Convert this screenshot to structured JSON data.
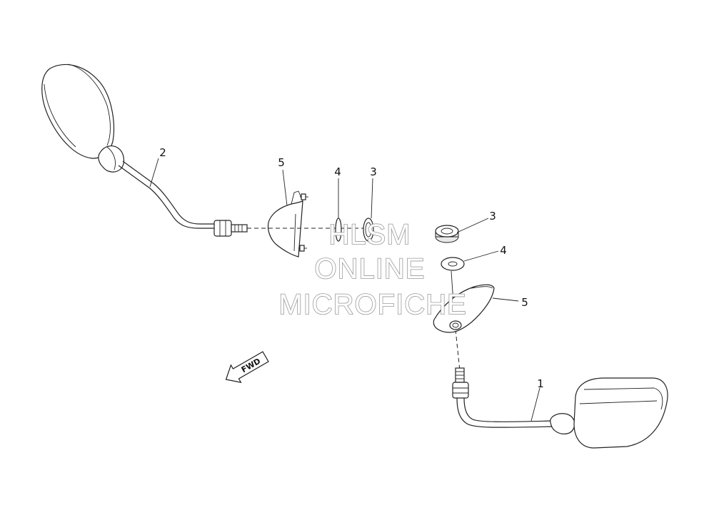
{
  "callouts": {
    "left_mirror": "2",
    "left_bracket": "5",
    "left_washer": "4",
    "left_nut": "3",
    "right_nut": "3",
    "right_washer": "4",
    "right_bracket": "5",
    "right_mirror": "1"
  },
  "fwd_arrow": "FWD",
  "watermark": {
    "line1": "HLSM",
    "line2": "ONLINE",
    "line3": "MICROFICHE"
  }
}
